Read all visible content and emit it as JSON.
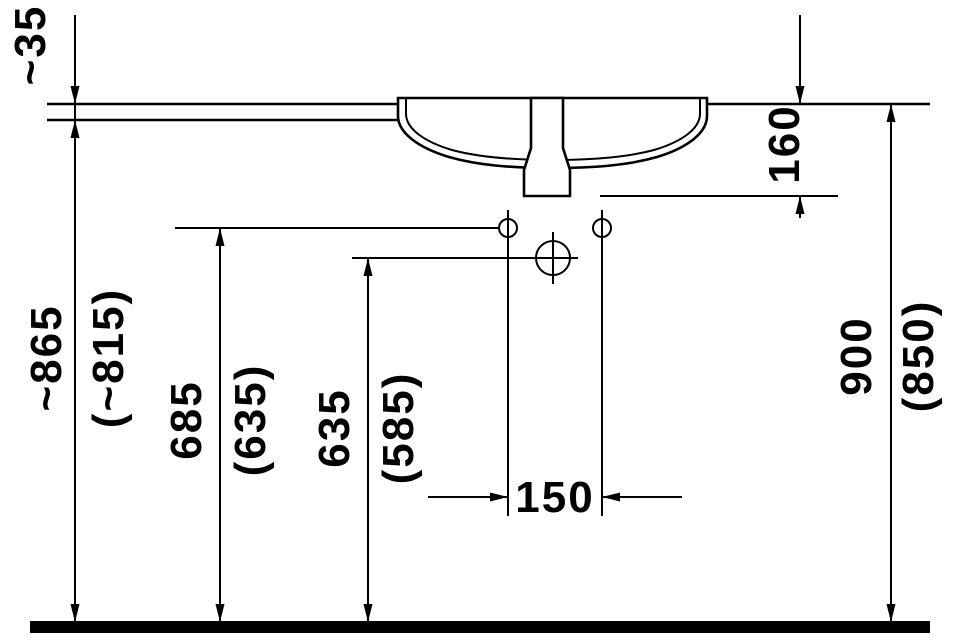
{
  "drawing": {
    "background": "#ffffff",
    "line_color": "#000000",
    "labels": {
      "counter_thickness": "~35",
      "rim_to_outlet": "160",
      "floor_to_counter_main": "~865",
      "floor_to_counter_alt": "(~815)",
      "floor_to_fixing_main": "685",
      "floor_to_fixing_alt": "(635)",
      "floor_to_outlet_main": "635",
      "floor_to_outlet_alt": "(585)",
      "fixing_hole_spacing": "150",
      "floor_to_rim_main": "900",
      "floor_to_rim_alt": "(850)"
    }
  }
}
